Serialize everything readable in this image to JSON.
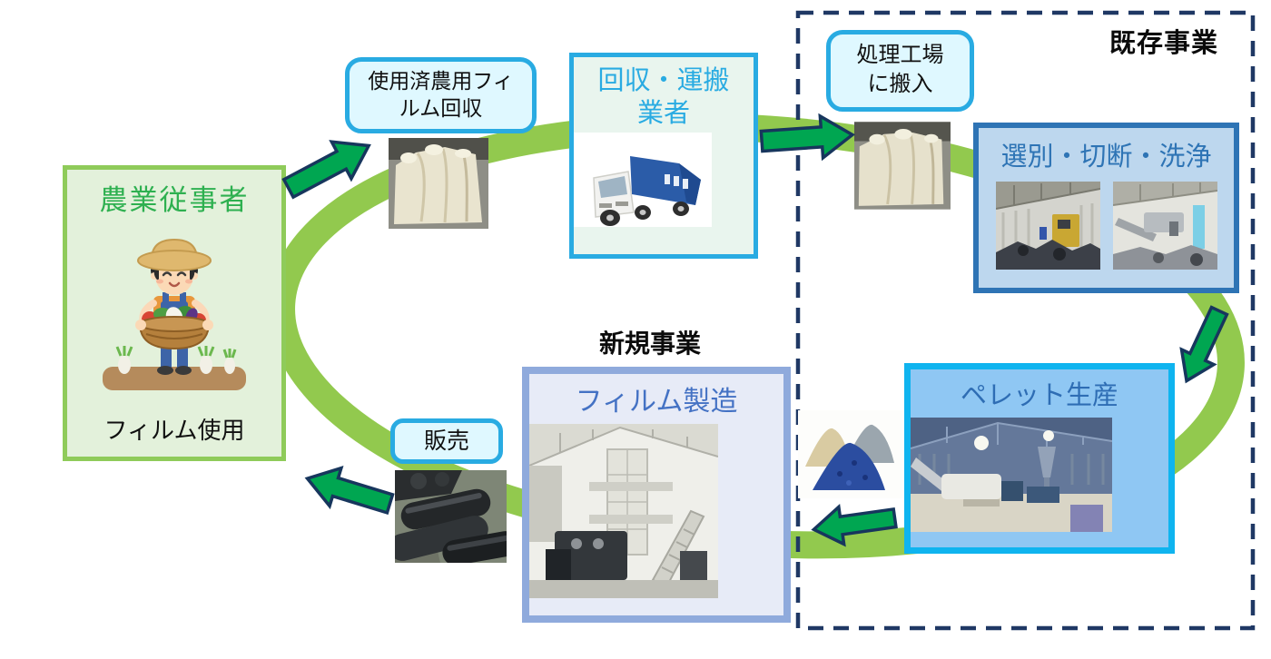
{
  "colors": {
    "band": "#92C94E",
    "arrow-fill": "#00A651",
    "arrow-stroke": "#17365D",
    "navy": "#1F3864",
    "cyan-border": "#29ABE2",
    "cyan-bg": "#DFF8FF",
    "farmer-border": "#8FCB5A",
    "farmer-bg": "#E3F1DB",
    "farmer-title": "#2EB050",
    "transport-bg": "#E9F5EE",
    "transport-text": "#29ABE2",
    "sorting-border": "#2E74B5",
    "sorting-bg": "#BDD7EE",
    "sorting-text": "#2E74B5",
    "pellet-border": "#0FB4EF",
    "pellet-bg": "#8FC7F3",
    "pellet-text": "#2E6DB4",
    "film-border": "#8FAADC",
    "film-bg": "#E7EBF7",
    "film-text": "#4472C4"
  },
  "regions": {
    "existing_business": {
      "label": "既存事業"
    },
    "new_business": {
      "label": "新規事業"
    }
  },
  "farmer": {
    "title": "農業従事者",
    "caption": "フィルム使用"
  },
  "film_collection": {
    "label": "使用済農用フィルム回収",
    "line1": "使用済農用フィ",
    "line2": "ルム回収"
  },
  "transport": {
    "label": "回収・運搬業者",
    "line1": "回収・運搬",
    "line2": "業者"
  },
  "plant_delivery": {
    "label": "処理工場に搬入",
    "line1": "処理工場",
    "line2": "に搬入"
  },
  "sorting": {
    "title": "選別・切断・洗浄"
  },
  "pellet": {
    "title": "ペレット生産"
  },
  "film_mfg": {
    "title": "フィルム製造"
  },
  "sales": {
    "label": "販売"
  },
  "images": {
    "farmer-illustration": "farmer holding vegetable basket",
    "film-bale-photo-1": "baled used agricultural film",
    "garbage-truck-photo": "blue and white collection truck",
    "film-bale-photo-2": "baled film delivered to plant",
    "sorting-factory-photo-1": "sorting workshop",
    "sorting-factory-photo-2": "cutting and washing line",
    "plastic-pellets-photo": "piles of recycled pellets",
    "pellet-plant-photo": "pellet production plant interior",
    "film-machine-photo": "film manufacturing machine",
    "black-film-rolls-photo": "rolls of finished black film"
  }
}
